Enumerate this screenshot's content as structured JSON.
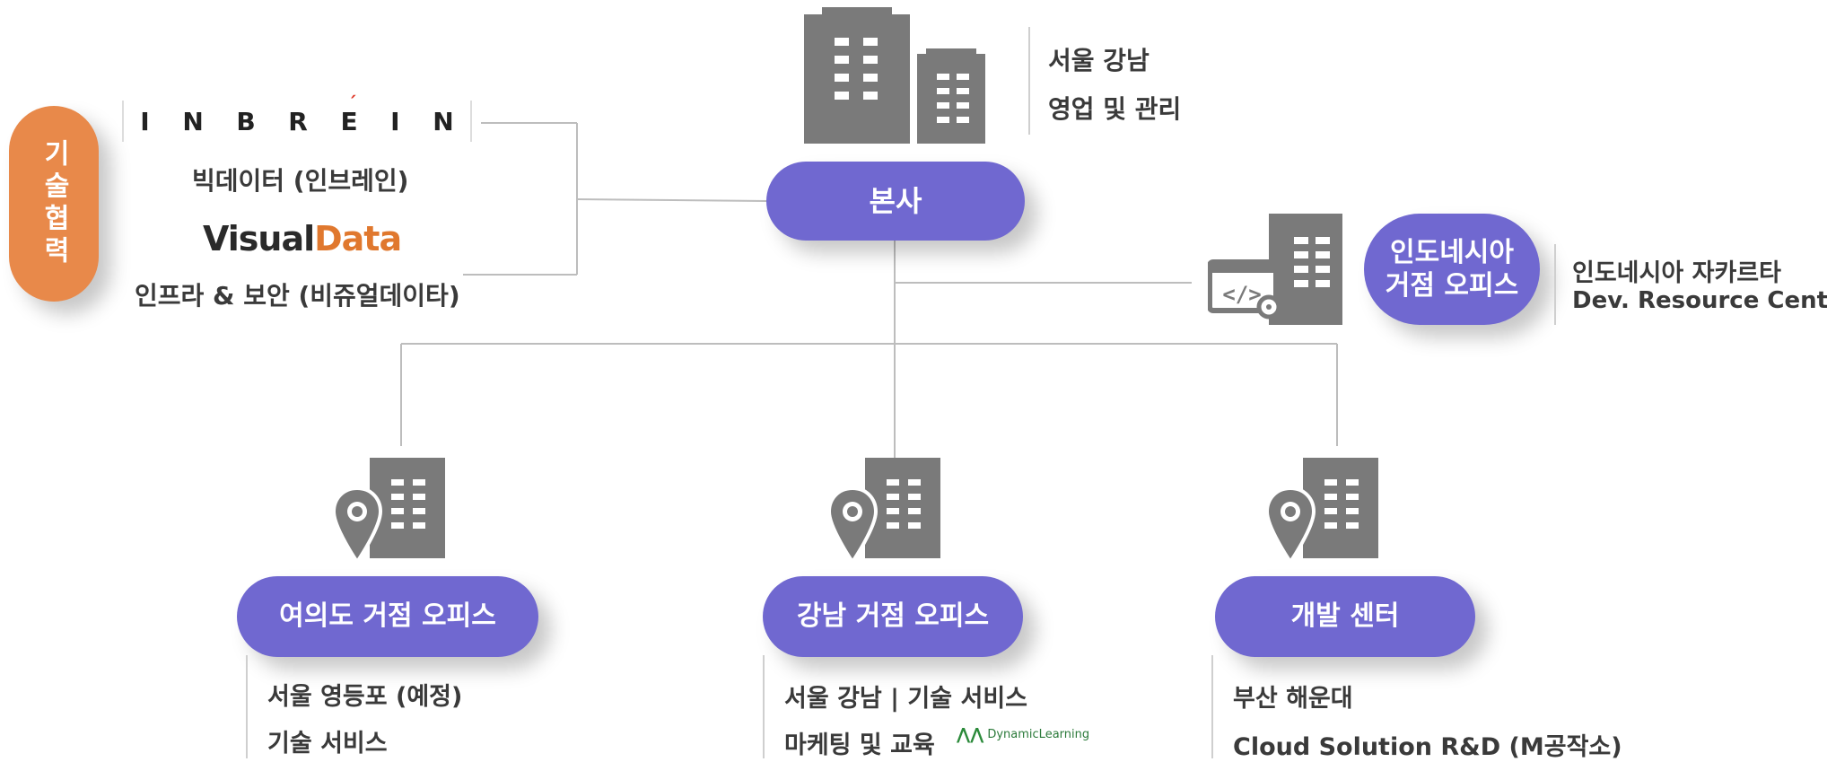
{
  "colors": {
    "pill": "#7068d0",
    "tech_pill": "#e8894a",
    "icon": "#7a7a7a",
    "line": "#bdbdbd"
  },
  "tech": {
    "label": "기술협력"
  },
  "partners": {
    "inbrein_logo": "INBREIN",
    "inbrein_caption": "빅데이터 (인브레인)",
    "visualdata_logo_a": "Visual",
    "visualdata_logo_b": "Data",
    "visualdata_caption": "인프라 & 보안 (비쥬얼데이타)"
  },
  "hq": {
    "label": "본사",
    "line1": "서울 강남",
    "line2": "영업 및 관리"
  },
  "indonesia": {
    "label_line1": "인도네시아",
    "label_line2": "거점 오피스",
    "line1": "인도네시아 자카르타",
    "line2": "Dev. Resource Center"
  },
  "offices": [
    {
      "label": "여의도 거점 오피스",
      "line1": "서울 영등포 (예정)",
      "line2": "기술 서비스"
    },
    {
      "label": "강남 거점 오피스",
      "line1": "서울 강남 | 기술 서비스",
      "line2": "마케팅 및 교육"
    },
    {
      "label": "개발 센터",
      "line1": "부산 해운대",
      "line2": "Cloud Solution R&D (M공작소)"
    }
  ],
  "dynamic_learning": "DynamicLearning"
}
